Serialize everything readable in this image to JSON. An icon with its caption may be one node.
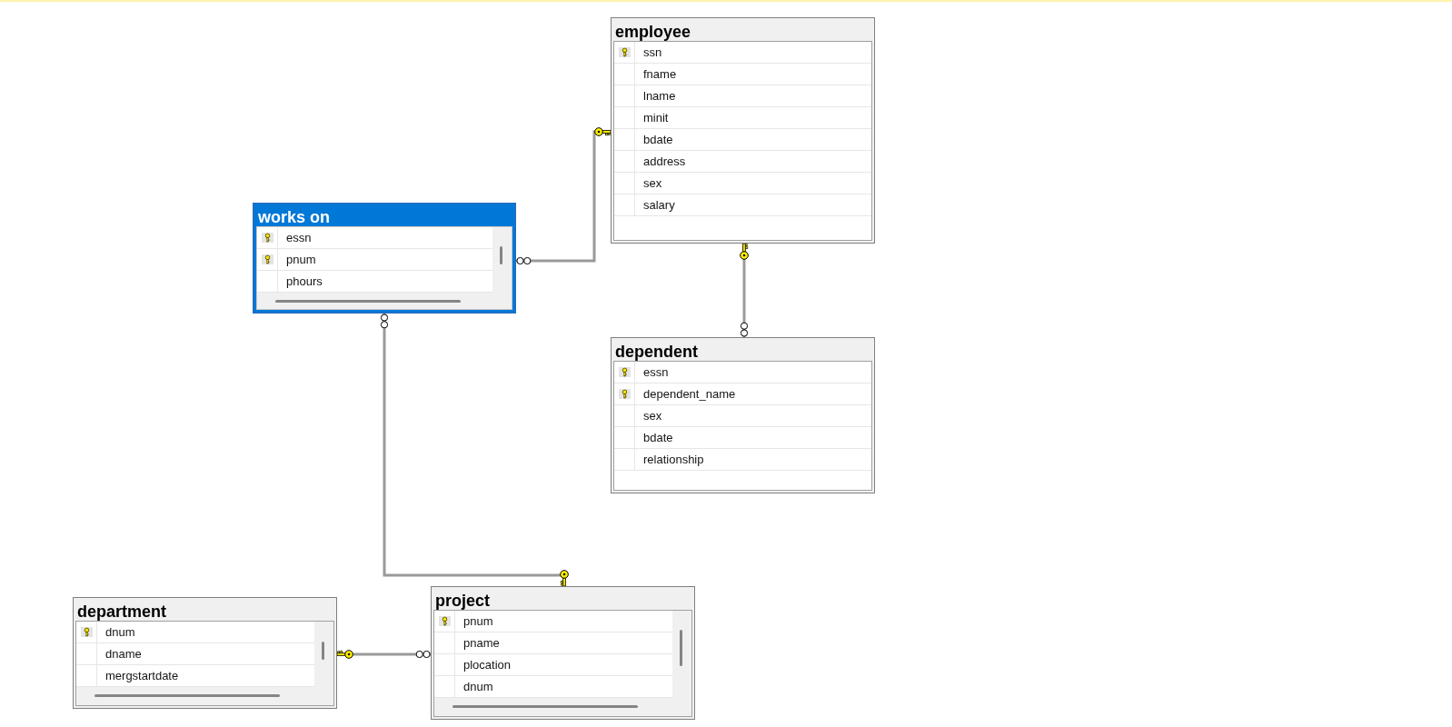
{
  "diagram": {
    "nodes": [
      {
        "text": [
          "employee",
          "ssn",
          "fname",
          "lname",
          "minit",
          "bdate",
          "address",
          "sex",
          "salary"
        ]
      },
      {
        "text": [
          "works on",
          "essn",
          "pnum",
          "phours"
        ]
      },
      {
        "text": [
          "dependent",
          "essn",
          "dependent_name",
          "sex",
          "bdate",
          "relationship"
        ]
      },
      {
        "text": [
          "department",
          "dnum",
          "dname",
          "mergstartdate"
        ]
      },
      {
        "text": [
          "project",
          "pnum",
          "pname",
          "plocation",
          "dnum"
        ]
      }
    ],
    "edges": [
      {
        "from": 1,
        "to": 0,
        "arrow": "other"
      },
      {
        "from": 2,
        "to": 0,
        "arrow": "other"
      },
      {
        "from": 1,
        "to": 4,
        "arrow": "other"
      },
      {
        "from": 4,
        "to": 3,
        "arrow": "other"
      }
    ]
  }
}
